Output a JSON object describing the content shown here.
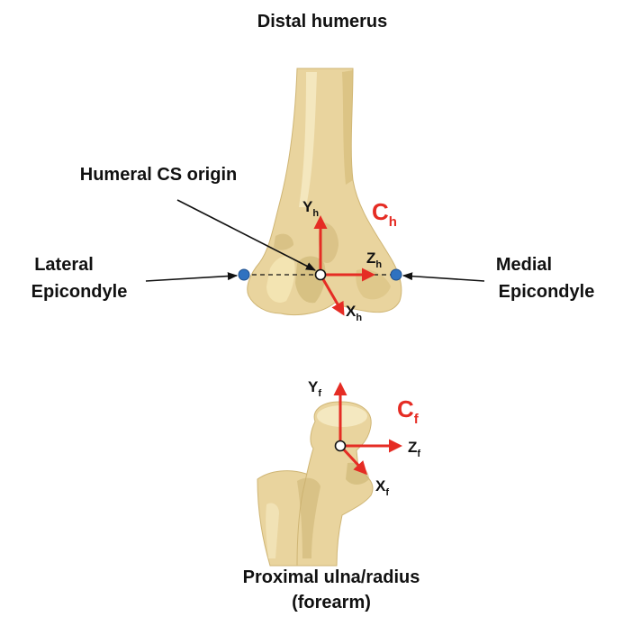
{
  "colors": {
    "bone": "#e9d49e",
    "bone_shadow": "#c9b06d",
    "bone_highlight": "#f6ebc5",
    "bone_outline": "#b59a55",
    "axis": "#e52c24",
    "landmark": "#2f72c0",
    "text": "#111111"
  },
  "titles": {
    "top": "Distal humerus",
    "bottom_line1": "Proximal ulna/radius",
    "bottom_line2": "(forearm)"
  },
  "labels": {
    "origin": "Humeral CS origin",
    "lateral_line1": "Lateral",
    "lateral_line2": "Epicondyle",
    "medial_line1": "Medial",
    "medial_line2": "Epicondyle"
  },
  "humeral_cs": {
    "name": "C",
    "sub": "h",
    "y_axis": "Y",
    "z_axis": "Z",
    "x_axis": "X",
    "axis_sub": "h"
  },
  "forearm_cs": {
    "name": "C",
    "sub": "f",
    "y_axis": "Y",
    "z_axis": "Z",
    "x_axis": "X",
    "axis_sub": "f"
  }
}
